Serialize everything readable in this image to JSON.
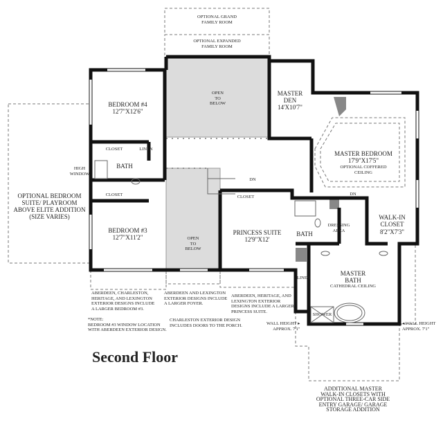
{
  "title": "Second Floor",
  "rooms": {
    "grand_family": "OPTIONAL GRAND\nFAMILY ROOM",
    "expanded_family": "OPTIONAL EXPANDED\nFAMILY ROOM",
    "open_top": "OPEN\nTO\nBELOW",
    "open_bottom": "OPEN\nTO\nBELOW",
    "bedroom4_name": "BEDROOM #4",
    "bedroom4_size": "12'7\"X12'6\"",
    "bedroom3_name": "BEDROOM #3",
    "bedroom3_size": "12'7\"X11'2\"",
    "master_den_name": "MASTER\nDEN",
    "master_den_size": "14'X10'7\"",
    "master_bedroom_name": "MASTER BEDROOM",
    "master_bedroom_size": "17'9\"X17'5\"",
    "master_bedroom_note": "OPTIONAL COFFERED\nCEILING",
    "princess_name": "PRINCESS SUITE",
    "princess_size": "12'9\"X12'",
    "walkin_name": "WALK-IN\nCLOSET",
    "walkin_size": "8'2\"X7'3\"",
    "master_bath_name": "MASTER\nBATH",
    "master_bath_note": "CATHEDRAL CEILING",
    "bath_left": "BATH",
    "bath_right": "BATH",
    "closet_b4": "CLOSET",
    "linen_b4": "LINEN",
    "closet_b3": "CLOSET",
    "closet_princess": "CLOSET",
    "dressing": "DRESSING\nAREA",
    "linen_master": "LINEN",
    "shower": "SHOWER",
    "dn1": "DN",
    "dn2": "DN",
    "high_window": "HIGH\nWINDOW",
    "optional_bedroom": "OPTIONAL BEDROOM\nSUITE/ PLAYROOM\nABOVE ELITE ADDITION\n(SIZE VARIES)",
    "additional_master": "ADDITIONAL MASTER\nWALK-IN CLOSETS WITH\nOPTIONAL THREE-CAR SIDE\nENTRY GARAGE/ GARAGE\nSTORAGE ADDITION"
  },
  "notes": {
    "bedroom3": "ABERDEEN, CHARLESTON,\nHERITAGE, AND LEXINGTON\nEXTERIOR DESIGNS INCLUDE\nA LARGER BEDROOM #3.",
    "foyer": "ABERDEEN AND LEXINGTON\nEXTERIOR DESIGNS INCLUDE\nA LARGER FOYER.",
    "princess": "ABERDEEN, HERITAGE, AND\nLEXINGTON EXTERIOR\nDESIGNS INCLUDE A LARGER\nPRINCESS SUITE.",
    "window": "*NOTE:\nBEDROOM #3 WINDOW LOCATION\nWITH ABERDEEN EXTERIOR DESIGN.",
    "porch": "CHARLESTON EXTERIOR DESIGN\nINCLUDES DOORS TO THE PORCH.",
    "wall_left": "WALL HEIGHT ▸\nAPPROX. 7'1\"",
    "wall_right": "◂ WALL HEIGHT\nAPPROX. 7'1\""
  }
}
